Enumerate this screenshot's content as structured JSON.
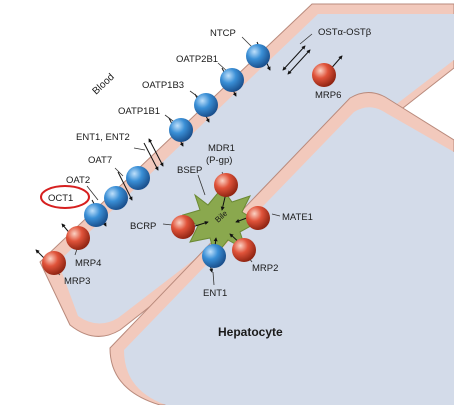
{
  "diagram": {
    "region_labels": {
      "blood": "Blood",
      "hepatocyte": "Hepatocyte",
      "bile": "Bile"
    },
    "highlighted_transporter": "OCT1",
    "colors": {
      "highlight_ring": "#d61f1f",
      "basolateral_transporter": "#3a8fd6",
      "efflux_transporter": "#e0533a",
      "membrane": "#f2c9bc",
      "cytoplasm": "#d3dbe9",
      "bile_canaliculus": "#8aa84e"
    },
    "transporters": {
      "ntcp": "NTCP",
      "ost": "OSTα-OSTβ",
      "oatp2b1": "OATP2B1",
      "mrp6": "MRP6",
      "oatp1b3": "OATP1B3",
      "oatp1b1": "OATP1B1",
      "ent1_ent2": "ENT1, ENT2",
      "oat7": "OAT7",
      "oat2": "OAT2",
      "oct1": "OCT1",
      "mrp4": "MRP4",
      "mrp3": "MRP3",
      "bsep": "BSEP",
      "mdr1": "MDR1",
      "pgp": "(P-gp)",
      "bcrp": "BCRP",
      "mate1": "MATE1",
      "mrp2": "MRP2",
      "ent1": "ENT1"
    }
  }
}
